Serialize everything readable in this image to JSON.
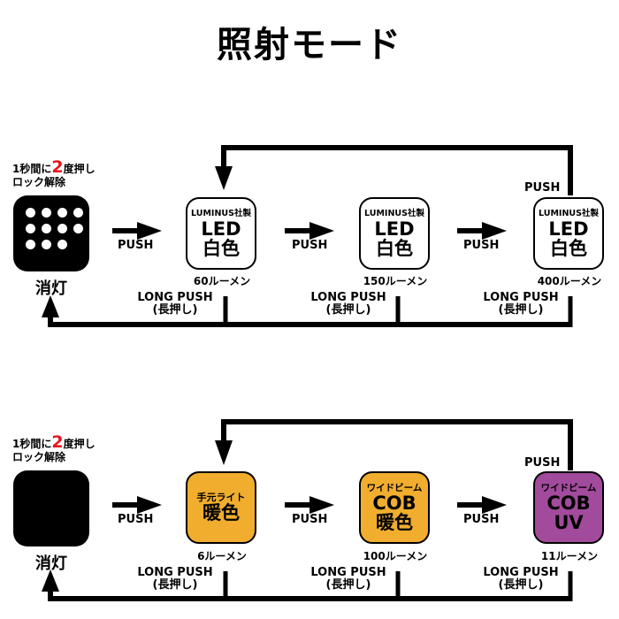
{
  "title": "照射モード",
  "labels": {
    "push": "PUSH",
    "long_push": "LONG PUSH",
    "long_push_jp": "(長押し)",
    "off": "消灯",
    "lock_line1_pre": "1秒間に",
    "lock_line1_num": "2",
    "lock_line1_post": "度押し",
    "lock_line2": "ロック解除"
  },
  "colors": {
    "warm": "#f0ad2e",
    "uv": "#a24b9c",
    "white_box": "#ffffff",
    "accent_red": "#e8141b"
  },
  "rows": [
    {
      "off_icon": "dot-grid-icon",
      "modes": [
        {
          "sub": "LUMINUS社製",
          "main1": "LED",
          "main2": "白色",
          "lumen": "60ルーメン",
          "fill": "white"
        },
        {
          "sub": "LUMINUS社製",
          "main1": "LED",
          "main2": "白色",
          "lumen": "150ルーメン",
          "fill": "white"
        },
        {
          "sub": "LUMINUS社製",
          "main1": "LED",
          "main2": "白色",
          "lumen": "400ルーメン",
          "fill": "white"
        }
      ]
    },
    {
      "off_icon": "blank-square-icon",
      "modes": [
        {
          "sub": "手元ライト",
          "main1": "暖色",
          "main2": "",
          "lumen": "6ルーメン",
          "fill": "warm"
        },
        {
          "sub": "ワイドビーム",
          "main1": "COB",
          "main2": "暖色",
          "lumen": "100ルーメン",
          "fill": "warm"
        },
        {
          "sub": "ワイドビーム",
          "main1": "COB",
          "main2": "UV",
          "lumen": "11ルーメン",
          "fill": "uv"
        }
      ]
    }
  ]
}
